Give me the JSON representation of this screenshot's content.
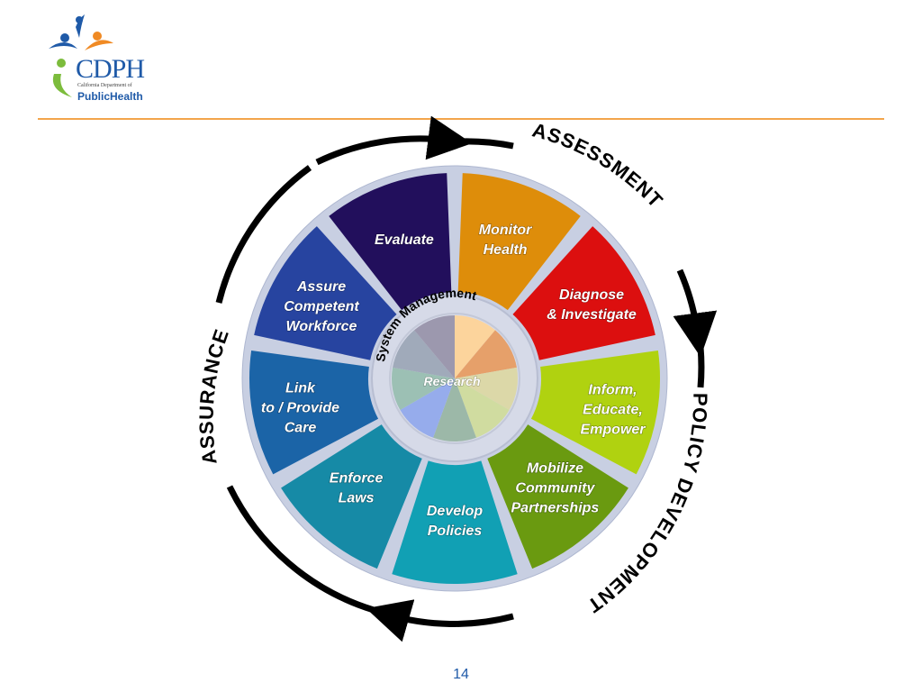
{
  "logo": {
    "letters": "CDPH",
    "line1": "California Department of",
    "line2a": "Public",
    "line2b": "Health"
  },
  "diagram": {
    "ring_labels": {
      "assessment": "ASSESSMENT",
      "policy_development": "POLICY DEVELOPMENT",
      "assurance": "ASSURANCE"
    },
    "hub": {
      "system_management": "System Management",
      "research": "Research"
    },
    "segments": [
      {
        "id": "monitor-health",
        "lines": [
          "Monitor",
          "Health"
        ],
        "color": "#de8d0a"
      },
      {
        "id": "diagnose-investigate",
        "lines": [
          "Diagnose",
          "& Investigate"
        ],
        "color": "#dc0f0f"
      },
      {
        "id": "inform-educate-empower",
        "lines": [
          "Inform,",
          "Educate,",
          "Empower"
        ],
        "color": "#b0d210"
      },
      {
        "id": "mobilize-community-partnerships",
        "lines": [
          "Mobilize",
          "Community",
          "Partnerships"
        ],
        "color": "#6a9a10"
      },
      {
        "id": "develop-policies",
        "lines": [
          "Develop",
          "Policies"
        ],
        "color": "#11a0b4"
      },
      {
        "id": "enforce-laws",
        "lines": [
          "Enforce",
          "Laws"
        ],
        "color": "#168aa6"
      },
      {
        "id": "link-provide-care",
        "lines": [
          "Link",
          "to / Provide",
          "Care"
        ],
        "color": "#1b64a7"
      },
      {
        "id": "assure-competent-workforce",
        "lines": [
          "Assure",
          "Competent",
          "Workforce"
        ],
        "color": "#2744a0"
      },
      {
        "id": "evaluate",
        "lines": [
          "Evaluate"
        ],
        "color": "#220f5c"
      }
    ],
    "hub_colors": [
      "#fcd49c",
      "#e6a06a",
      "#dcd8a8",
      "#d0dca0",
      "#9cb8a8",
      "#96acec",
      "#9cc0b4",
      "#a0aaba",
      "#9c98ae"
    ]
  },
  "page_number": "14"
}
